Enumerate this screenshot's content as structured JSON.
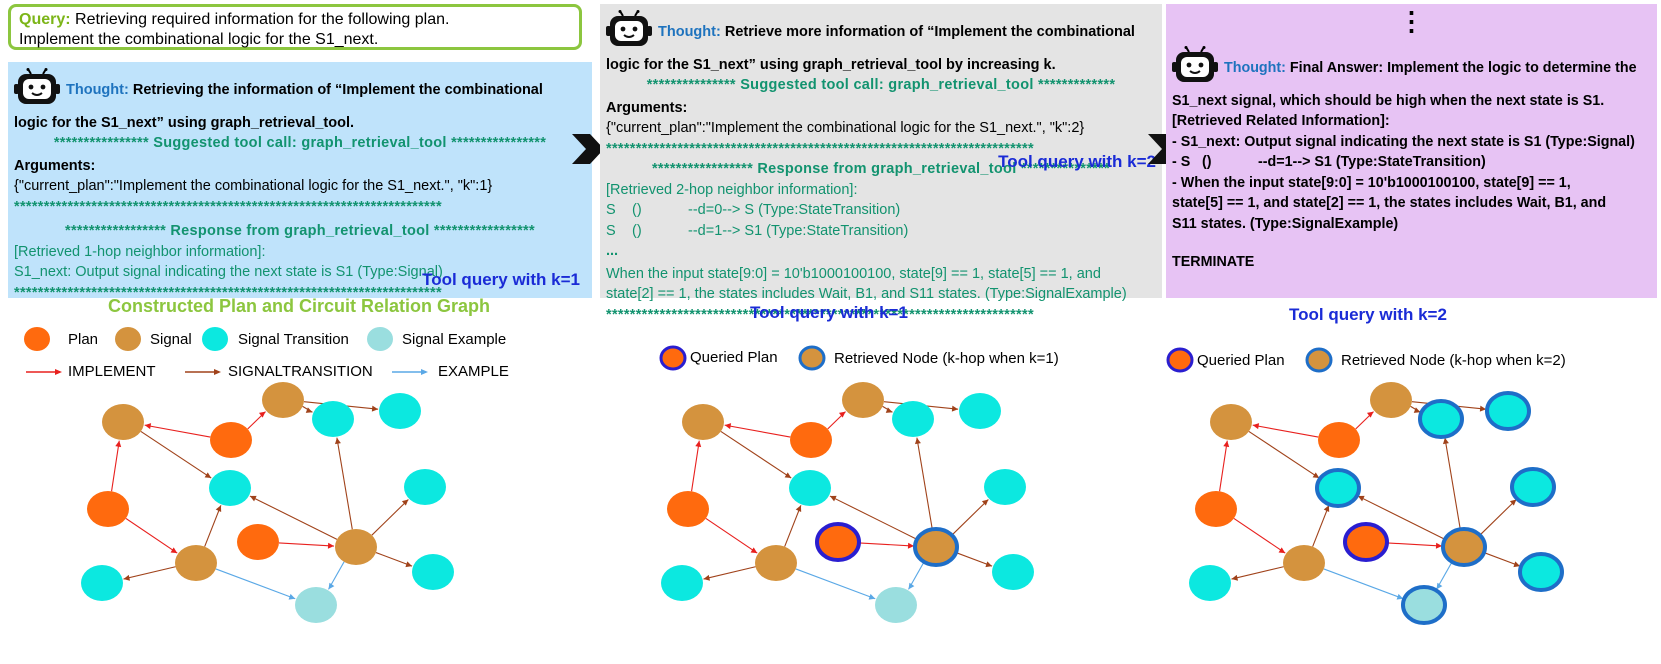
{
  "query": {
    "label": "Query:",
    "text1": "Retrieving required information for the following plan.",
    "text2": "Implement the combinational logic for the S1_next."
  },
  "panel1": {
    "thought_label": "Thought:",
    "thought_line1": "Retrieving the information of “Implement the combinational",
    "thought_line2": "logic for the S1_next” using graph_retrieval_tool.",
    "suggested": "**************** Suggested tool call: graph_retrieval_tool ****************",
    "args_label": "Arguments:",
    "args": "{\"current_plan\":\"Implement the combinational logic for the S1_next.\",  \"k\":1}",
    "stars": "************************************************************************",
    "response": "***************** Response from graph_retrieval_tool *****************",
    "retrieved": "[Retrieved 1-hop neighbor information]:",
    "info": "S1_next: Output signal indicating the next state is S1 (Type:Signal)",
    "tool_query": "Tool query with k=1"
  },
  "panel2": {
    "thought_label": "Thought:",
    "thought_line1": "Retrieve more information of “Implement the combinational",
    "thought_line2": "logic for the S1_next” using graph_retrieval_tool by increasing k.",
    "suggested": "*************** Suggested tool call: graph_retrieval_tool *************",
    "args_label": "Arguments:",
    "args": "{\"current_plan\":\"Implement the combinational logic for the S1_next.\",  \"k\":2}",
    "stars": "************************************************************************",
    "response": "***************** Response from graph_retrieval_tool ***************",
    "retrieved": "[Retrieved 2-hop neighbor information]:",
    "row1": [
      "S",
      "()",
      "--d=0--> S (Type:StateTransition)"
    ],
    "row2": [
      "S",
      "()",
      "--d=1--> S1 (Type:StateTransition)"
    ],
    "ellipsis": "...",
    "example1": "When the input state[9:0] = 10'b1000100100, state[9] == 1, state[5] == 1, and",
    "example2": "state[2] == 1, the states includes Wait, B1, and S11 states. (Type:SignalExample)",
    "tool_query": "Tool query with k=2"
  },
  "panel3": {
    "dots": "⋮",
    "thought_label": "Thought:",
    "line1": "Final Answer: Implement the logic to determine the",
    "line2": "S1_next signal, which should be high when the next state is S1.",
    "line3": "[Retrieved Related Information]:",
    "line4": "- S1_next: Output signal indicating the next state is S1 (Type:Signal)",
    "line5": [
      "- S",
      "()",
      "--d=1--> S1 (Type:StateTransition)"
    ],
    "line6": "- When the input state[9:0] = 10'b1000100100, state[9] == 1,",
    "line7": "state[5] == 1, and state[2] == 1, the states includes Wait, B1, and",
    "line8": "S11 states. (Type:SignalExample)",
    "terminate": "TERMINATE"
  },
  "graph1": {
    "title": "Constructed Plan and Circuit Relation Graph",
    "legend": {
      "plan": "Plan",
      "signal": "Signal",
      "transition": "Signal Transition",
      "example": "Signal Example",
      "implement": "IMPLEMENT",
      "signaltransition": "SIGNALTRANSITION",
      "example_edge": "EXAMPLE"
    }
  },
  "graph2": {
    "title": "Tool query with k=1",
    "legend_queried": "Queried Plan",
    "legend_retrieved": "Retrieved Node (k-hop when k=1)"
  },
  "graph3": {
    "title": "Tool query with k=2",
    "legend_queried": "Queried Plan",
    "legend_retrieved": "Retrieved Node (k-hop when k=2)"
  },
  "colors": {
    "plan": "#ff6a0e",
    "signal": "#d4933e",
    "transition": "#0ce8e0",
    "example": "#9adedf",
    "implement_edge": "#e8201e",
    "transition_edge": "#a0421a",
    "example_edge": "#5aa8e6",
    "highlight_ring": "#1e6ec8",
    "queried_ring": "#2a1ed0"
  }
}
